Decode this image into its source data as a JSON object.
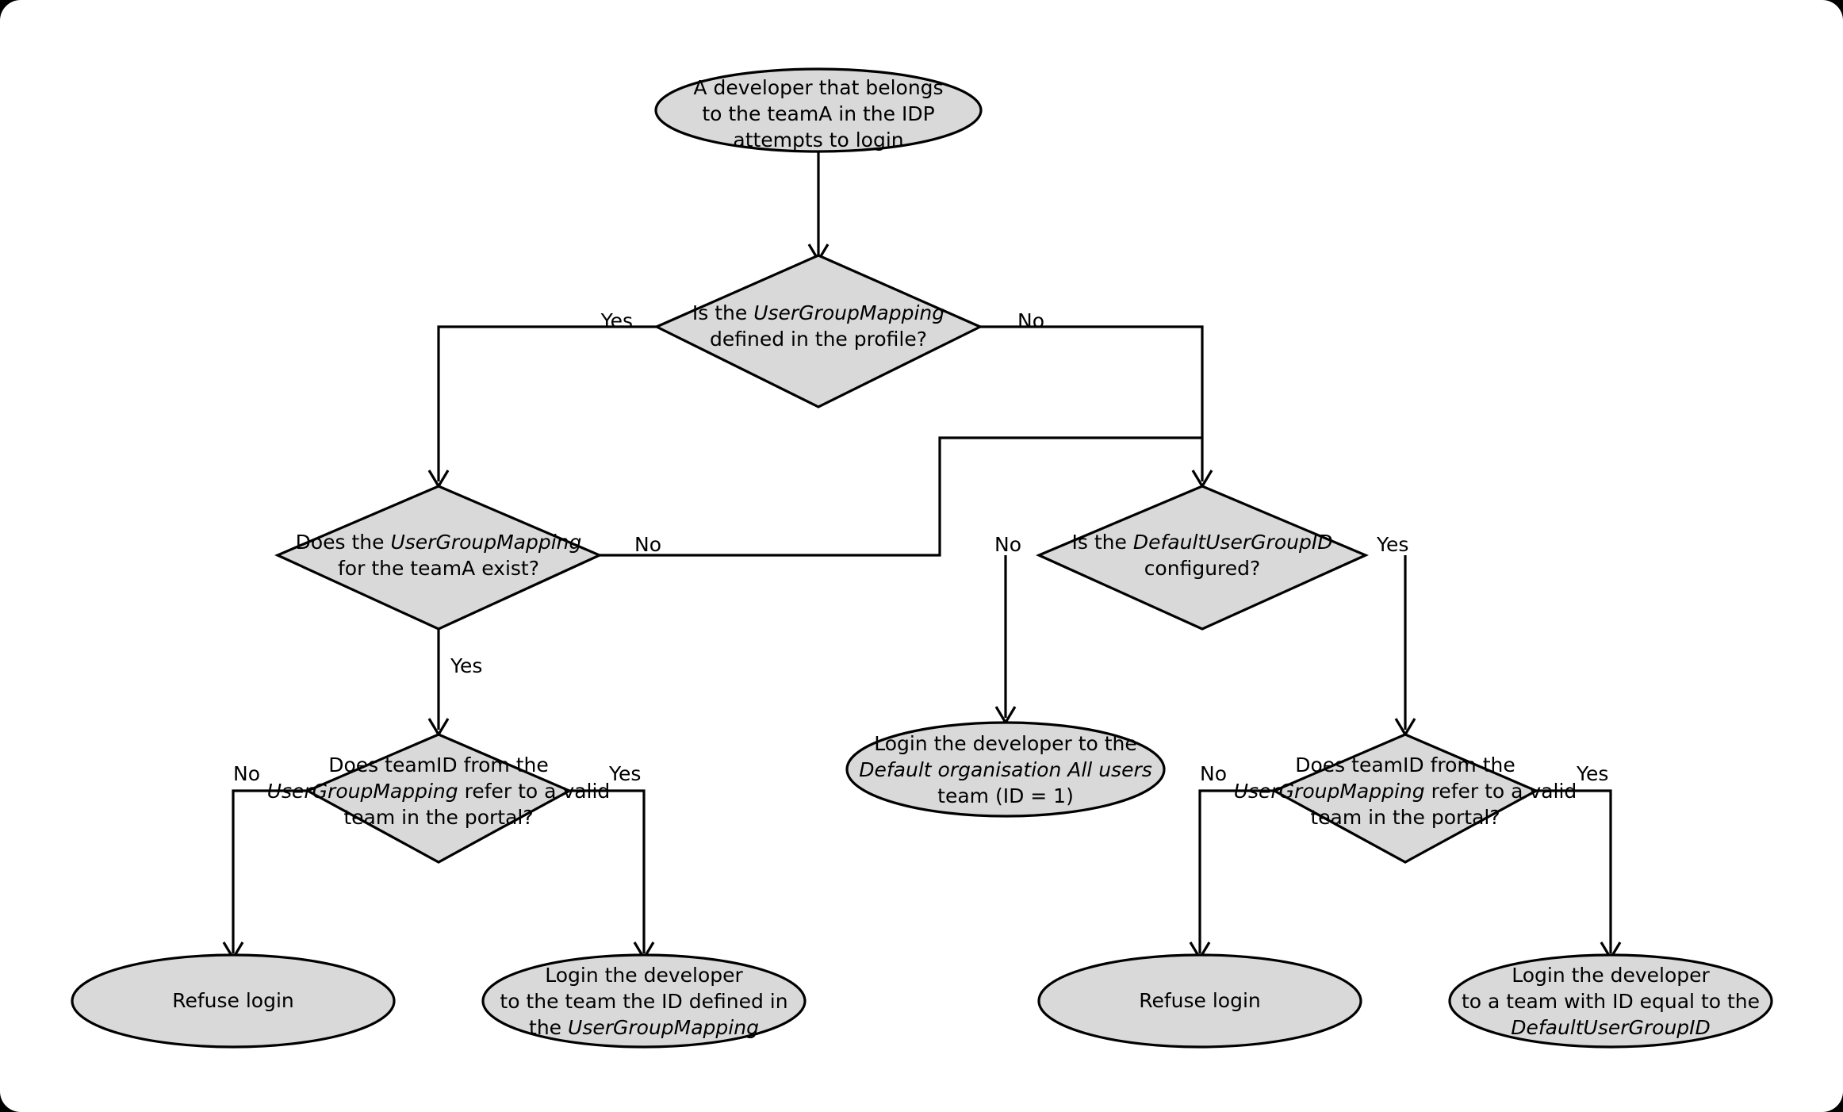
{
  "diagram": {
    "title": "IDP team login decision flow",
    "background_color": "#000000",
    "panel_color": "#ffffff",
    "node_fill": "#d9d9d9",
    "node_stroke": "#000000",
    "nodes": [
      {
        "id": "start",
        "type": "ellipse",
        "lines": [
          [
            {
              "t": "A developer that belongs",
              "i": false
            }
          ],
          [
            {
              "t": "to the teamA in the IDP",
              "i": false
            }
          ],
          [
            {
              "t": "attempts to login",
              "i": false
            }
          ]
        ]
      },
      {
        "id": "d1",
        "type": "diamond",
        "lines": [
          [
            {
              "t": "Is the ",
              "i": false
            },
            {
              "t": "UserGroupMapping",
              "i": true
            }
          ],
          [
            {
              "t": "defined in the profile?",
              "i": false
            }
          ]
        ]
      },
      {
        "id": "d2",
        "type": "diamond",
        "lines": [
          [
            {
              "t": "Does the ",
              "i": false
            },
            {
              "t": "UserGroupMapping",
              "i": true
            }
          ],
          [
            {
              "t": "for the teamA exist?",
              "i": false
            }
          ]
        ]
      },
      {
        "id": "d3",
        "type": "diamond",
        "lines": [
          [
            {
              "t": "Is the ",
              "i": false
            },
            {
              "t": "DefaultUserGroupID",
              "i": true
            }
          ],
          [
            {
              "t": "configured?",
              "i": false
            }
          ]
        ]
      },
      {
        "id": "d4",
        "type": "diamond",
        "lines": [
          [
            {
              "t": "Does teamID from the",
              "i": false
            }
          ],
          [
            {
              "t": "UserGroupMapping",
              "i": true
            },
            {
              "t": " refer to a valid",
              "i": false
            }
          ],
          [
            {
              "t": "team in the portal?",
              "i": false
            }
          ]
        ]
      },
      {
        "id": "d5",
        "type": "diamond",
        "lines": [
          [
            {
              "t": "Does teamID from the",
              "i": false
            }
          ],
          [
            {
              "t": "UserGroupMapping",
              "i": true
            },
            {
              "t": " refer to a valid",
              "i": false
            }
          ],
          [
            {
              "t": "team in the portal?",
              "i": false
            }
          ]
        ]
      },
      {
        "id": "e_default",
        "type": "ellipse",
        "lines": [
          [
            {
              "t": "Login the developer to the",
              "i": false
            }
          ],
          [
            {
              "t": "Default organisation All users",
              "i": true
            }
          ],
          [
            {
              "t": "team (ID = 1)",
              "i": false
            }
          ]
        ]
      },
      {
        "id": "e_refuse_left",
        "type": "ellipse",
        "lines": [
          [
            {
              "t": "Refuse login",
              "i": false
            }
          ]
        ]
      },
      {
        "id": "e_login_ugm",
        "type": "ellipse",
        "lines": [
          [
            {
              "t": "Login the developer",
              "i": false
            }
          ],
          [
            {
              "t": "to the team the ID defined in",
              "i": false
            }
          ],
          [
            {
              "t": "the ",
              "i": false
            },
            {
              "t": "UserGroupMapping",
              "i": true
            }
          ]
        ]
      },
      {
        "id": "e_refuse_right",
        "type": "ellipse",
        "lines": [
          [
            {
              "t": "Refuse login",
              "i": false
            }
          ]
        ]
      },
      {
        "id": "e_login_default",
        "type": "ellipse",
        "lines": [
          [
            {
              "t": "Login the developer",
              "i": false
            }
          ],
          [
            {
              "t": "to a team with ID equal to the",
              "i": false
            }
          ],
          [
            {
              "t": "DefaultUserGroupID",
              "i": true
            }
          ]
        ]
      }
    ],
    "edge_labels": {
      "d1_yes": "Yes",
      "d1_no": "No",
      "d2_no": "No",
      "d2_yes": "Yes",
      "d3_no": "No",
      "d3_yes": "Yes",
      "d4_no": "No",
      "d4_yes": "Yes",
      "d5_no": "No",
      "d5_yes": "Yes"
    }
  }
}
